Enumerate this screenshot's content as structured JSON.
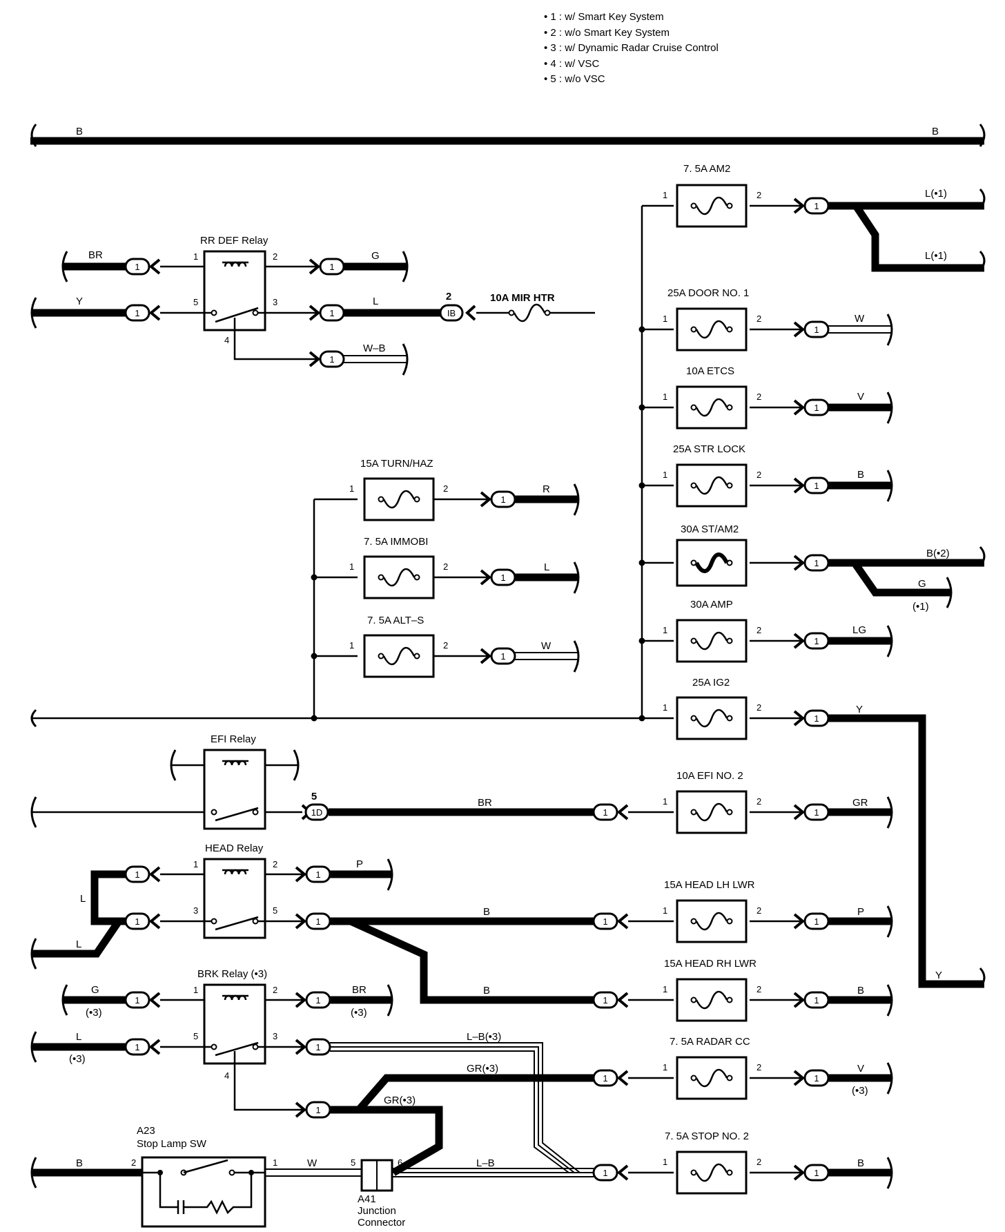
{
  "legend": [
    "• 1 : w/ Smart Key System",
    "• 2 : w/o Smart Key System",
    "• 3 : w/ Dynamic Radar Cruise Control",
    "• 4 : w/ VSC",
    "• 5 : w/o VSC"
  ],
  "connector_num": "1",
  "bus": {
    "wire": "B"
  },
  "fuses": [
    {
      "name": "7. 5A AM2",
      "wire": "L(•1)",
      "wire2": "L(•1)"
    },
    {
      "name": "25A DOOR NO. 1",
      "wire": "W"
    },
    {
      "name": "10A ETCS",
      "wire": "V"
    },
    {
      "name": "25A STR LOCK",
      "wire": "B"
    },
    {
      "name": "30A ST/AM2",
      "wire": "B(•2)",
      "wire2": "G",
      "note2": "(•1)"
    },
    {
      "name": "30A AMP",
      "wire": "LG"
    },
    {
      "name": "25A IG2",
      "wire": "Y",
      "wire2": "Y"
    },
    {
      "name": "10A EFI NO. 2",
      "wire": "GR",
      "in_wire": "BR"
    },
    {
      "name": "15A HEAD LH LWR",
      "wire": "P",
      "in_wire": "B"
    },
    {
      "name": "15A HEAD RH LWR",
      "wire": "B",
      "in_wire": "B"
    },
    {
      "name": "7. 5A RADAR CC",
      "wire": "V",
      "note": "(•3)",
      "in_wire": "GR(•3)"
    },
    {
      "name": "7. 5A STOP NO. 2",
      "wire": "B",
      "in_wire": "L–B"
    },
    {
      "name": "15A TURN/HAZ",
      "wire": "R"
    },
    {
      "name": "7. 5A IMMOBI",
      "wire": "L"
    },
    {
      "name": "7. 5A ALT–S",
      "wire": "W"
    },
    {
      "name": "10A MIR HTR"
    }
  ],
  "relays": {
    "rr_def": {
      "title": "RR DEF Relay",
      "w1": "BR",
      "w2": "G",
      "w5": "Y",
      "w3": "L",
      "w4": "W–B"
    },
    "efi": {
      "title": "EFI Relay"
    },
    "head": {
      "title": "HEAD Relay",
      "w2": "P",
      "wl1": "L",
      "wl2": "L"
    },
    "brk": {
      "title": "BRK Relay (•3)",
      "w1": "G",
      "w1n": "(•3)",
      "w2": "BR",
      "w2n": "(•3)",
      "w5": "L",
      "w5n": "(•3)",
      "w3": "L–B(•3)",
      "w4": "GR(•3)"
    }
  },
  "junctions": {
    "ib": "IB",
    "ib_num": "2",
    "id": "1D",
    "id_num": "5"
  },
  "stop_sw": {
    "code": "A23",
    "name": "Stop Lamp SW",
    "wire_in": "B",
    "wire_out": "W"
  },
  "junction_connector": {
    "code": "A41",
    "line1": "Junction",
    "line2": "Connector",
    "wire": "L–B"
  },
  "pins": {
    "p1": "1",
    "p2": "2",
    "p3": "3",
    "p4": "4",
    "p5": "5",
    "p6": "6"
  }
}
